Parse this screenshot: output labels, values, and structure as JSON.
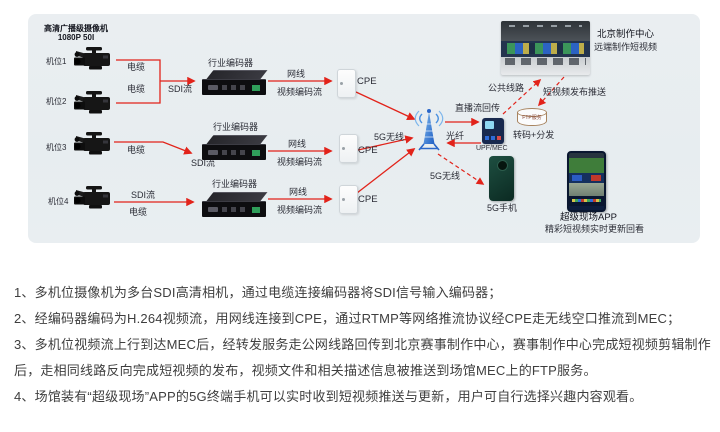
{
  "diagram": {
    "camera_title": {
      "line1": "高清广播级摄像机",
      "line2": "1080P 50I"
    },
    "cameras": [
      {
        "label": "机位1"
      },
      {
        "label": "机位2"
      },
      {
        "label": "机位3"
      },
      {
        "label": "机位4"
      }
    ],
    "links": {
      "cable": "电缆",
      "sdi": "SDI流",
      "lan": "网线",
      "video_stream": "视频编码流",
      "wireless": "5G无线",
      "fiber": "光纤",
      "backhaul": "直播流回传",
      "public_line": "公共线路",
      "push": "短视频发布推送"
    },
    "encoder_label": "行业编码器",
    "cpe_label": "CPE",
    "upf_label": "UPF/MEC",
    "ftp_label": "FTP服务",
    "transcode_label": "转码+分发",
    "beijing": {
      "line1": "北京制作中心",
      "line2": "远端制作短视频"
    },
    "phone_label": "5G手机",
    "app": {
      "line1": "超级现场APP",
      "line2": "精彩短视频实时更新回看"
    }
  },
  "notes": [
    "1、多机位摄像机为多台SDI高清相机，通过电缆连接编码器将SDI信号输入编码器；",
    "2、经编码器编码为H.264视频流，用网线连接到CPE，通过RTMP等网络推流协议经CPE走无线空口推流到MEC；",
    "3、多机位视频流上行到达MEC后，经转发服务走公网线路回传到北京赛事制作中心，赛事制作中心完成短视频剪辑制作后，走相同线路反向完成短视频的发布，视频文件和相关描述信息被推送到场馆MEC上的FTP服务。",
    "4、场馆装有“超级现场”APP的5G终端手机可以实时收到短视频推送与更新，用户可自行选择兴趣内容观看。"
  ],
  "colors": {
    "arrow_red": "#e2231a",
    "panel_bg": "#e9eef1",
    "tower_blue": "#2f6fd0",
    "phone_green": "#16342c",
    "note_text": "#3e3e3e"
  }
}
